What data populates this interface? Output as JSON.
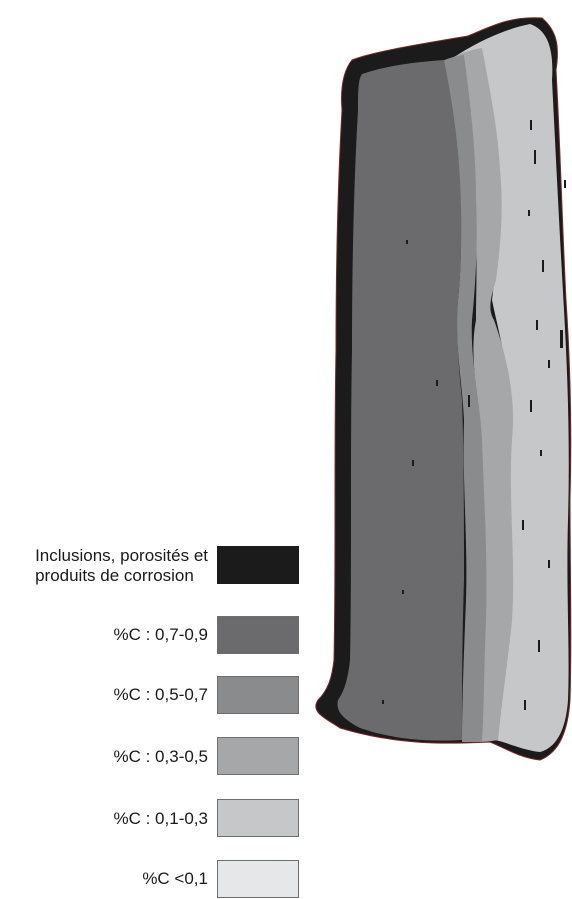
{
  "legend": {
    "items": [
      {
        "label_line1": "Inclusions, porosités et",
        "label_line2": "produits de corrosion",
        "color": "#1c1b1c"
      },
      {
        "label": "%C : 0,7-0,9",
        "color": "#6b6b6d"
      },
      {
        "label": "%C : 0,5-0,7",
        "color": "#8a8b8d"
      },
      {
        "label": "%C : 0,3-0,5",
        "color": "#a6a7a9"
      },
      {
        "label": "%C : 0,1-0,3",
        "color": "#c6c7c9"
      },
      {
        "label": "%C <0,1",
        "color": "#e6e7e8"
      }
    ]
  },
  "colors": {
    "edge": "#1c1b1c",
    "edge_red_tint": "#7a2a2a"
  }
}
